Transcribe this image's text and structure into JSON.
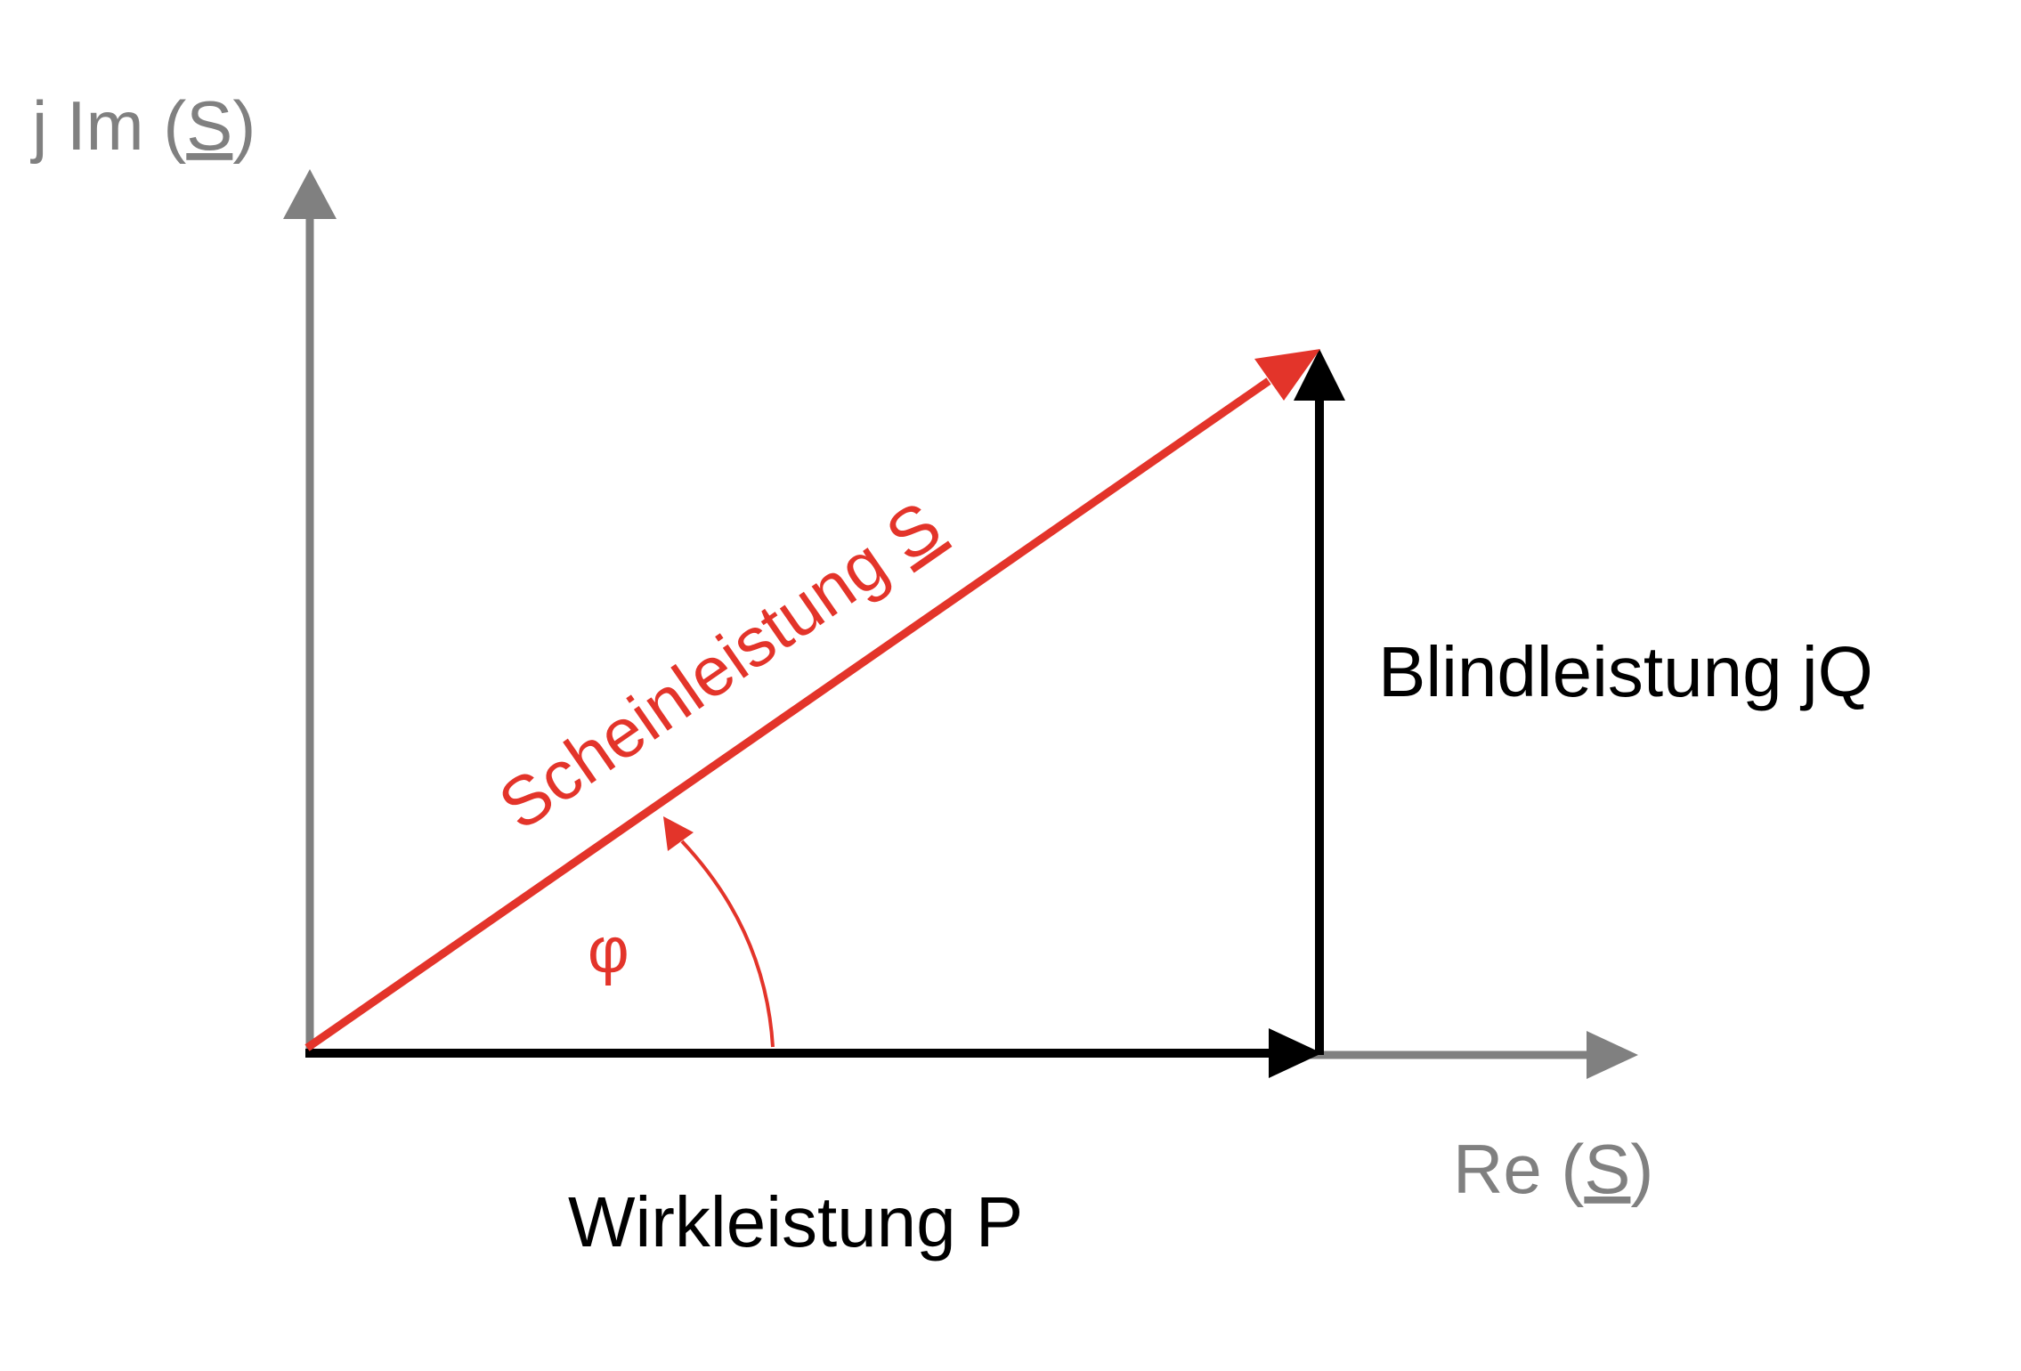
{
  "axes": {
    "imaginary": {
      "prefix": "j Im (",
      "symbol": "S",
      "suffix": ")"
    },
    "real": {
      "prefix": "Re (",
      "symbol": "S",
      "suffix": ")"
    }
  },
  "vectors": {
    "apparent": {
      "label": "Scheinleistung ",
      "symbol": "S"
    },
    "reactive": {
      "label": "Blindleistung jQ"
    },
    "active": {
      "label": "Wirkleistung P"
    }
  },
  "angle": {
    "symbol": "φ"
  },
  "colors": {
    "axis": "#808080",
    "apparent": "#e3342a",
    "active": "#000000",
    "reactive": "#000000",
    "background": "#ffffff"
  }
}
